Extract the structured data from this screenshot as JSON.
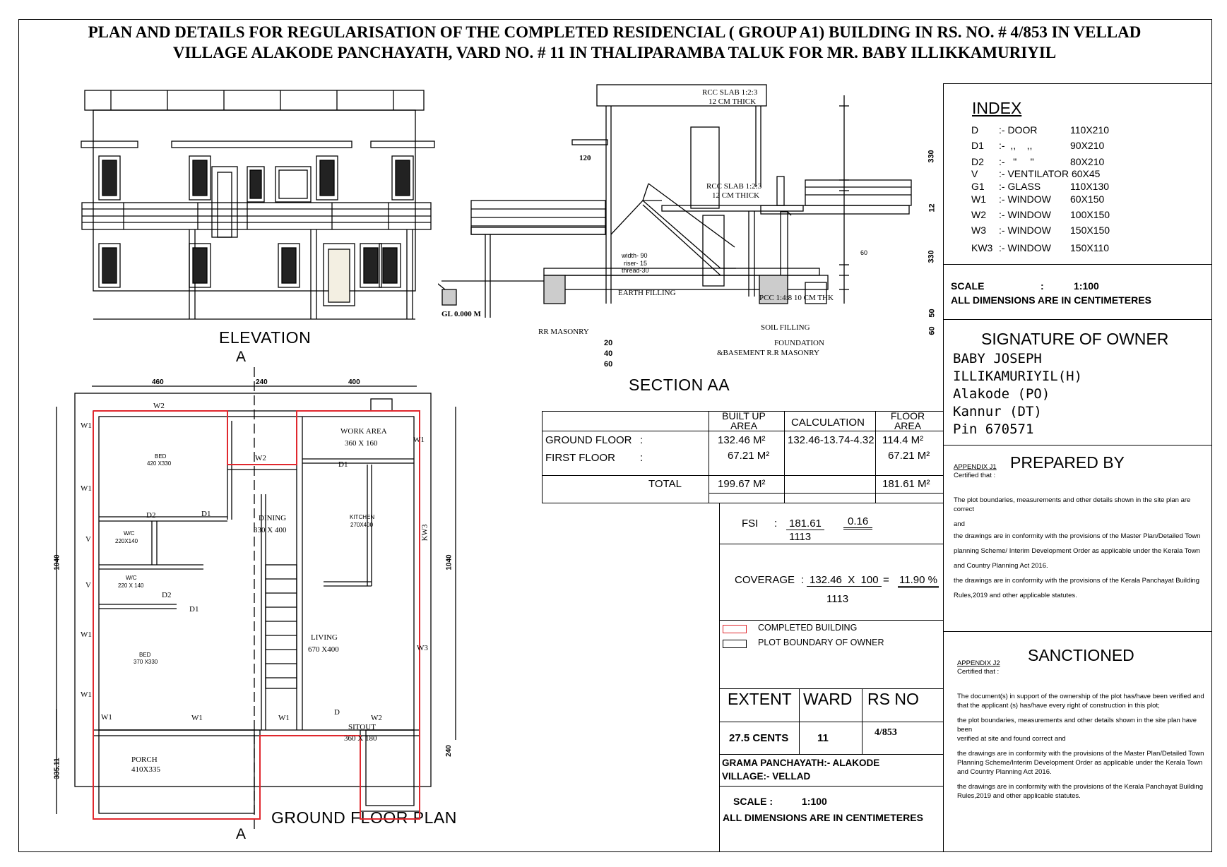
{
  "title": {
    "line1": "PLAN AND DETAILS FOR REGULARISATION OF THE COMPLETED RESIDENCIAL  ( GROUP A1) BUILDING IN RS. NO. # 4/853 IN VELLAD",
    "line2": "VILLAGE ALAKODE PANCHAYATH, VARD NO. # 11  IN THALIPARAMBA TALUK FOR MR. BABY ILLIKKAMURIYIL"
  },
  "drawings": {
    "elevation_label": "ELEVATION",
    "section_label": "SECTION AA",
    "plan_label": "GROUND FLOOR PLAN",
    "section_marker": "A"
  },
  "section": {
    "rcc_top": "RCC SLAB 1:2:3",
    "rcc_top_thk": "12 CM THICK",
    "rcc_mid": "RCC SLAB 1:2:3",
    "rcc_mid_thk": "12 CM THICK",
    "dim_120": "120",
    "stair_width": "width- 90",
    "stair_riser": "riser- 15",
    "stair_thread": "thread-30",
    "earth_filling": "EARTH FILLING",
    "pcc": "PCC 1:4:8 10 CM THK",
    "gl": "GL 0.000 M",
    "rr_masonry": "RR MASONRY",
    "soil_filling": "SOIL FILLING",
    "foundation": "FOUNDATION",
    "basement": "&BASEMENT R.R MASONRY",
    "dim_20": "20",
    "dim_40": "40",
    "dim_60": "60",
    "dim_60b": "60",
    "v330a": "330",
    "v12": "12",
    "v330b": "330",
    "v50": "50",
    "v60": "60"
  },
  "plan": {
    "dims": {
      "top1": "460",
      "top2": "240",
      "top3": "400",
      "left": "1040",
      "left_porch": "335.11",
      "right": "1040",
      "right_b": "240"
    },
    "rooms": {
      "work_area": "WORK AREA",
      "work_area_size": "360 X 160",
      "bed1": "BED",
      "bed1_size": "420 X330",
      "dining": "DINING",
      "dining_size": "330 X 400",
      "kitchen": "KITCHEN",
      "kitchen_size": "270X400",
      "wc1": "W/C",
      "wc1_size": "220X140",
      "wc2": "W/C",
      "wc2_size": "220 X 140",
      "living": "LIVING",
      "living_size": "670 X400",
      "bed2": "BED",
      "bed2_size": "370 X330",
      "porch": "PORCH",
      "porch_size": "410X335",
      "sitout": "SITOUT",
      "sitout_size": "360 X 180"
    },
    "tags": {
      "w2": "W2",
      "w1": "W1",
      "d1": "D1",
      "d2": "D2",
      "v": "V",
      "kw3": "KW3",
      "w3": "W3",
      "d": "D"
    }
  },
  "index": {
    "heading": "INDEX",
    "rows": [
      {
        "code": "D",
        "desc": ":- DOOR",
        "size": "110X210"
      },
      {
        "code": "D1",
        "desc": ":-  ,,    ,,",
        "size": "90X210"
      },
      {
        "code": "D2",
        "desc": ":-   \"     \"",
        "size": "80X210"
      },
      {
        "code": "V",
        "desc": ":- VENTILATOR 60X45",
        "size": ""
      },
      {
        "code": "G1",
        "desc": ":- GLASS",
        "size": "110X130"
      },
      {
        "code": "W1",
        "desc": ":- WINDOW",
        "size": "60X150"
      },
      {
        "code": "W2",
        "desc": ":- WINDOW",
        "size": "100X150"
      },
      {
        "code": "W3",
        "desc": ":- WINDOW",
        "size": "150X150"
      },
      {
        "code": "KW3",
        "desc": ":- WINDOW",
        "size": "150X110"
      }
    ]
  },
  "scale_box": {
    "scale": "SCALE",
    "colon": ":",
    "value": "1:100",
    "note": "ALL DIMENSIONS ARE IN CENTIMETERES"
  },
  "signature": {
    "heading": "SIGNATURE OF OWNER",
    "lines": [
      "BABY JOSEPH",
      "ILLIKAMURIYIL(H)",
      "Alakode (PO)",
      "Kannur (DT)",
      "Pin 670571"
    ]
  },
  "prepared": {
    "appendix": "APPENDIX J1",
    "certified": "Certified that :",
    "heading": "PREPARED BY",
    "p1": "The plot boundaries, measurements and other details shown in the site plan are correct",
    "p1b": "and",
    "p2": "the drawings are in conformity with the provisions of the Master Plan/Detailed Town",
    "p2b": "planning Scheme/ Interim Development Order as applicable under the Kerala Town",
    "p2c": "and Country Planning Act 2016.",
    "p3": "the drawings are in conformity with the provisions of the Kerala Panchayat Building",
    "p3b": "Rules,2019 and other applicable statutes."
  },
  "sanctioned": {
    "appendix": "APPENDIX J2",
    "certified": "Certified that :",
    "heading": "SANCTIONED",
    "p1": "The document(s) in support of the ownership of the plot has/have been verified and",
    "p1b": "that the applicant (s) has/have every right of construction in this plot;",
    "p2": "the plot boundaries, measurements and other details shown in the site plan have been",
    "p2b": "verified at site and found correct and",
    "p3": "the drawings are in conformity with the provisions of the Master Plan/Detailed Town",
    "p3b": "Planning Scheme/Interim Development Order as applicable under the Kerala Town",
    "p3c": "and Country Planning Act 2016.",
    "p4": "the drawings are in conformity with the provisions of the Kerala Panchayat Building",
    "p4b": "Rules,2019 and other applicable statutes."
  },
  "area_table": {
    "h_built": "BUILT UP",
    "h_built2": "AREA",
    "h_calc": "CALCULATION",
    "h_floor": "FLOOR",
    "h_floor2": "AREA",
    "gf_label": "GROUND FLOOR",
    "gf_colon": ":",
    "gf_built": "132.46 M²",
    "gf_calc": "132.46-13.74-4.32",
    "gf_floor": "114.4 M²",
    "ff_label": "FIRST FLOOR",
    "ff_colon": ":",
    "ff_built": "67.21 M²",
    "ff_floor": "67.21 M²",
    "total_label": "TOTAL",
    "total_built": "199.67 M²",
    "total_floor": "181.61 M²"
  },
  "fsi": {
    "label": "FSI",
    "colon": ":",
    "num": "181.61",
    "den": "1113",
    "result": "0.16"
  },
  "coverage": {
    "label": "COVERAGE",
    "colon": ":",
    "num": "132.46  X  100",
    "eq": "=",
    "den": "1113",
    "result": "11.90 %"
  },
  "legend": [
    {
      "label": "COMPLETED BUILDING",
      "color": "#e0282e"
    },
    {
      "label": "PLOT BOUNDARY OF OWNER",
      "color": "#000000"
    }
  ],
  "extent": {
    "h_extent": "EXTENT",
    "h_ward": "WARD",
    "h_rs": "RS NO",
    "extent": "27.5 CENTS",
    "ward": "11",
    "rs": "4/853"
  },
  "location": {
    "panchayath": "GRAMA PANCHAYATH:- ALAKODE",
    "village": "VILLAGE:- VELLAD"
  },
  "scale_box2": {
    "scale": "SCALE :",
    "value": "1:100",
    "note": "ALL DIMENSIONS ARE IN CENTIMETERES"
  }
}
